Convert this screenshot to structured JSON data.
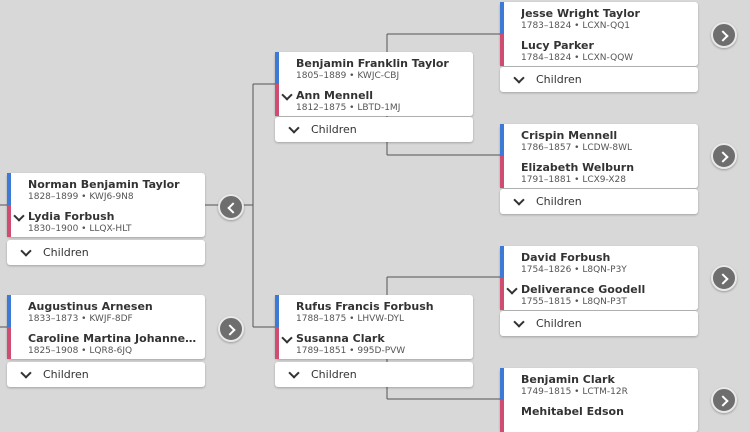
{
  "children_label": "Children",
  "colors": {
    "background": "#d8d8d8",
    "father_accent": "#3d7ad6",
    "mother_accent": "#d04d72",
    "nav_button": "#6e6e6e"
  },
  "icons": {
    "expand": "chevron-down-icon",
    "navigate_forward": "chevron-right-icon",
    "navigate_back": "chevron-left-icon"
  },
  "couples": [
    {
      "father": {
        "name": "Norman Benjamin Taylor",
        "dates": "1828–1899",
        "id": "KWJ6-9N8"
      },
      "mother": {
        "name": "Lydia Forbush",
        "dates": "1830–1900",
        "id": "LLQX-HLT"
      }
    },
    {
      "father": {
        "name": "Augustinus Arnesen",
        "dates": "1833–1873",
        "id": "KWJF-8DF"
      },
      "mother": {
        "name": "Caroline Martina Johannesd…",
        "dates": "1825–1908",
        "id": "LQR8-6JQ"
      }
    },
    {
      "father": {
        "name": "Benjamin Franklin Taylor",
        "dates": "1805–1889",
        "id": "KWJC-CBJ"
      },
      "mother": {
        "name": "Ann Mennell",
        "dates": "1812–1875",
        "id": "LBTD-1MJ"
      }
    },
    {
      "father": {
        "name": "Rufus Francis Forbush",
        "dates": "1788–1875",
        "id": "LHVW-DYL"
      },
      "mother": {
        "name": "Susanna Clark",
        "dates": "1789–1851",
        "id": "995D-PVW"
      }
    },
    {
      "father": {
        "name": "Jesse Wright Taylor",
        "dates": "1783–1824",
        "id": "LCXN-QQ1"
      },
      "mother": {
        "name": "Lucy Parker",
        "dates": "1784–1824",
        "id": "LCXN-QQW"
      }
    },
    {
      "father": {
        "name": "Crispin Mennell",
        "dates": "1786–1857",
        "id": "LCDW-8WL"
      },
      "mother": {
        "name": "Elizabeth Welburn",
        "dates": "1791–1881",
        "id": "LCX9-X28"
      }
    },
    {
      "father": {
        "name": "David Forbush",
        "dates": "1754–1826",
        "id": "L8QN-P3Y"
      },
      "mother": {
        "name": "Deliverance Goodell",
        "dates": "1755–1815",
        "id": "L8QN-P3T"
      }
    },
    {
      "father": {
        "name": "Benjamin Clark",
        "dates": "1749–1815",
        "id": "LCTM-12R"
      },
      "mother": {
        "name": "Mehitabel Edson",
        "dates": "",
        "id": ""
      }
    }
  ]
}
